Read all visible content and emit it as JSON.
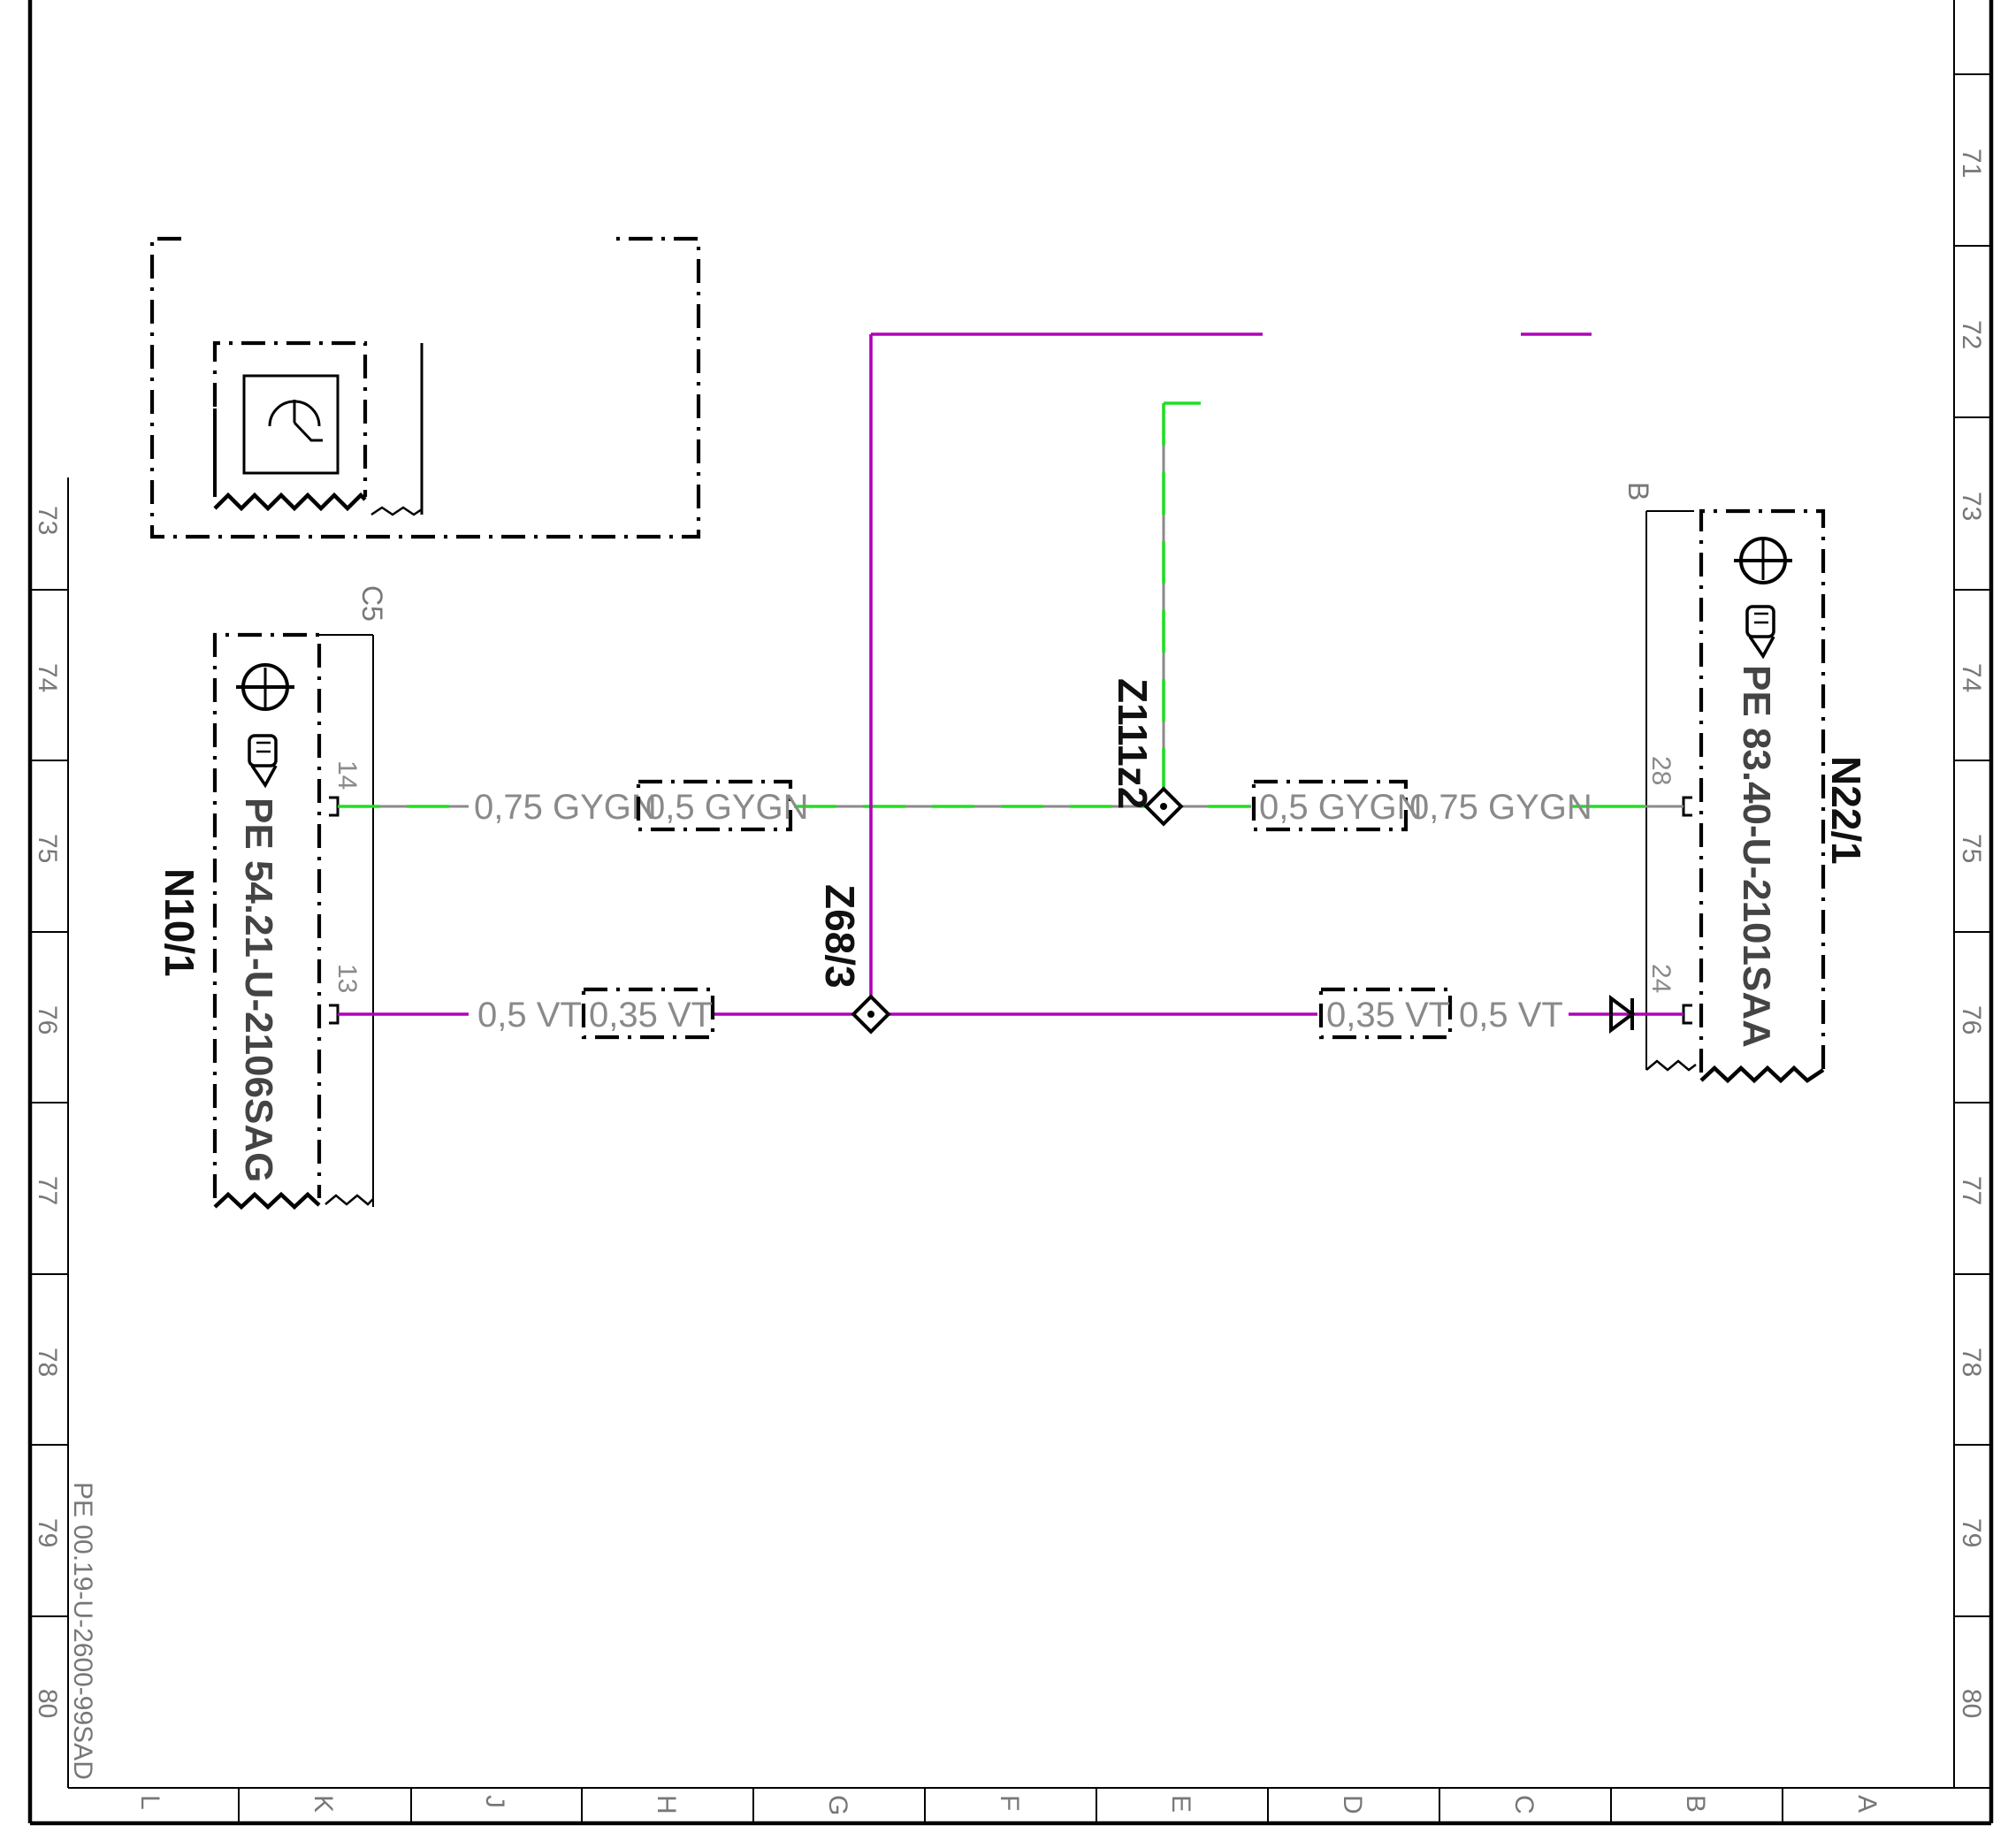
{
  "sheet": {
    "row_numbers_left": [
      "73",
      "74",
      "75",
      "76",
      "77",
      "78",
      "79",
      "80"
    ],
    "row_numbers_right": [
      "71",
      "72",
      "73",
      "74",
      "75",
      "76",
      "77",
      "78",
      "79",
      "80"
    ],
    "column_letters": [
      "L",
      "K",
      "J",
      "H",
      "G",
      "F",
      "E",
      "D",
      "C",
      "B",
      "A"
    ],
    "drawing_number": "PE 00.19-U-2600-99SAD"
  },
  "components": {
    "left": {
      "id": "N10/1",
      "ref": "PE 54.21-U-2106SAG",
      "connector": "C5",
      "pins": [
        "14",
        "13"
      ]
    },
    "right": {
      "id": "N22/1",
      "ref": "PE 83.40-U-2101SAA",
      "connector": "B",
      "pins": [
        "28",
        "24"
      ]
    }
  },
  "splices": {
    "upper": "Z111z2",
    "lower": "Z68/3"
  },
  "wires": {
    "gygn_left_outer": "0,75 GYGN",
    "gygn_left_inner": "0,5 GYGN",
    "gygn_right_inner": "0,5 GYGN",
    "gygn_right_outer": "0,75 GYGN",
    "vt_left_outer": "0,5 VT",
    "vt_left_inner": "0,35 VT",
    "vt_right_inner": "0,35 VT",
    "vt_right_outer": "0,5 VT"
  },
  "colors": {
    "gygn_green": "#22dd22",
    "gygn_gray": "#8a8a8a",
    "vt_violet": "#b000b8"
  },
  "icons": [
    "transistor-icon",
    "pointing-hand-icon",
    "sensor-symbol-icon"
  ]
}
